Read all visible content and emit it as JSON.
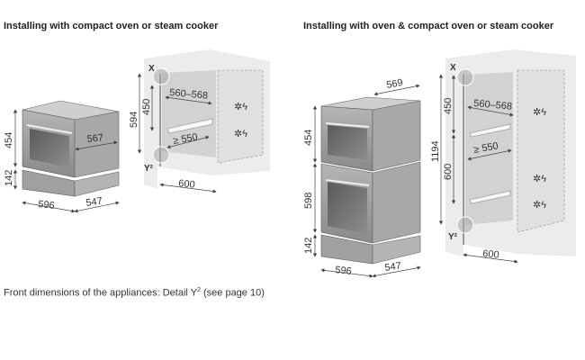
{
  "left": {
    "title": "Installing with compact oven or steam cooker",
    "appliance": {
      "height_oven": "454",
      "height_drawer": "142",
      "width": "596",
      "depth": "547",
      "side_depth": "567"
    },
    "niche": {
      "detail_x": "X",
      "detail_y": "Y²",
      "total_height": "594",
      "min_height": "450",
      "width_range": "560–568",
      "depth_min": "≥ 550",
      "depth": "600"
    }
  },
  "right": {
    "title": "Installing with oven & compact oven or steam cooker",
    "appliance": {
      "top_depth": "569",
      "height_compact": "454",
      "height_oven": "598",
      "height_drawer": "142",
      "width": "596",
      "depth": "547"
    },
    "niche": {
      "detail_x": "X",
      "detail_y": "Y²",
      "total_height": "1194",
      "upper_height": "450",
      "lower_height": "600",
      "width_range": "560–568",
      "depth_min": "≥ 550",
      "depth": "600"
    }
  },
  "footer": {
    "text": "Front dimensions of the appliances: Detail Y",
    "superscript": "2",
    "suffix": " (see page 10)"
  },
  "colors": {
    "cabinet": "#e6e6e6",
    "steel": "#9a9a9a",
    "dim_line": "#444444"
  }
}
